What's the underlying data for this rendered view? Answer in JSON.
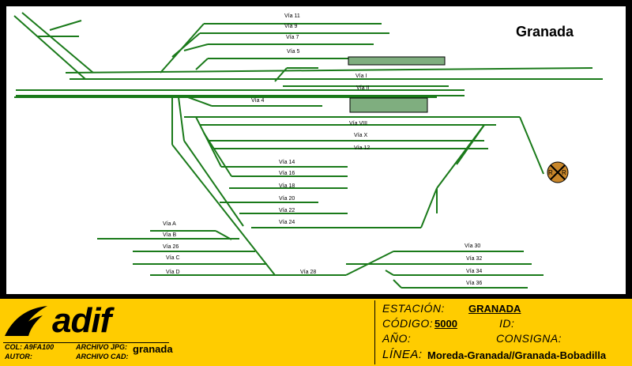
{
  "station_title": "Granada",
  "track_labels": [
    {
      "id": "via-11",
      "text": "Vía 11"
    },
    {
      "id": "via-9",
      "text": "Vía 9"
    },
    {
      "id": "via-7",
      "text": "Vía 7"
    },
    {
      "id": "via-5",
      "text": "Vía 5"
    },
    {
      "id": "via-i",
      "text": "Vía I"
    },
    {
      "id": "via-ii",
      "text": "Vía II"
    },
    {
      "id": "via-4",
      "text": "Vía 4"
    },
    {
      "id": "via-viii",
      "text": "Vía VIII"
    },
    {
      "id": "via-x",
      "text": "Vía X"
    },
    {
      "id": "via-12",
      "text": "Vía 12"
    },
    {
      "id": "via-14",
      "text": "Vía 14"
    },
    {
      "id": "via-16",
      "text": "Vía 16"
    },
    {
      "id": "via-18",
      "text": "Vía 18"
    },
    {
      "id": "via-20",
      "text": "Vía 20"
    },
    {
      "id": "via-22",
      "text": "Vía 22"
    },
    {
      "id": "via-24",
      "text": "Vía 24"
    },
    {
      "id": "via-a",
      "text": "Vía A"
    },
    {
      "id": "via-b",
      "text": "Vía B"
    },
    {
      "id": "via-26",
      "text": "Vía 26"
    },
    {
      "id": "via-c",
      "text": "Vía C"
    },
    {
      "id": "via-d",
      "text": "Vía D"
    },
    {
      "id": "via-28",
      "text": "Vía 28"
    },
    {
      "id": "via-30",
      "text": "Vía 30"
    },
    {
      "id": "via-32",
      "text": "Vía 32"
    },
    {
      "id": "via-34",
      "text": "Vía 34"
    },
    {
      "id": "via-36",
      "text": "Vía 36"
    }
  ],
  "level_crossing": {
    "letters": [
      "R",
      "R"
    ]
  },
  "colors": {
    "track": "#1a7a1a",
    "platform": "#7fae7f",
    "footer": "#ffcc00",
    "crossing": "#c8862a"
  },
  "footer": {
    "logo_text": "adif",
    "col_label": "COL: A9FA100",
    "autor_label": "AUTOR:",
    "archivo_jpg_label": "ARCHIVO JPG:",
    "archivo_jpg_value": "granada",
    "archivo_cad_label": "ARCHIVO CAD:",
    "estacion_label": "ESTACIÓN:",
    "estacion_value": "GRANADA",
    "codigo_label": "CÓDIGO:",
    "codigo_value": "5000",
    "id_label": "ID:",
    "ano_label": "AÑO:",
    "consigna_label": "CONSIGNA:",
    "linea_label": "LÍNEA:",
    "linea_value": "Moreda-Granada//Granada-Bobadilla"
  }
}
